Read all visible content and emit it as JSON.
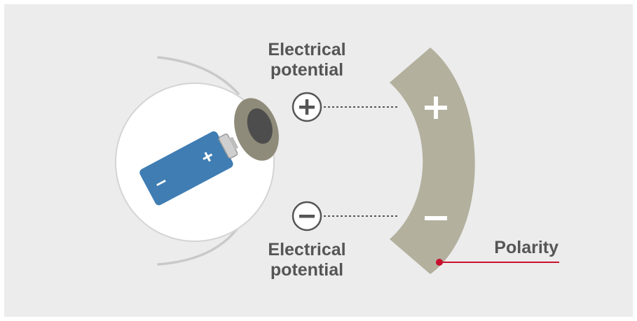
{
  "colors": {
    "panel": "#ececec",
    "lens": "#b3b09e",
    "battery": "#3f7db3",
    "text": "#555555",
    "polarity_line": "#c8102e",
    "eye_outline": "#c9c9c9"
  },
  "labels": {
    "top_potential_line1": "Electrical",
    "top_potential_line2": "potential",
    "bottom_potential_line1": "Electrical",
    "bottom_potential_line2": "potential",
    "polarity": "Polarity"
  },
  "symbols": {
    "plus": "+",
    "minus": "–"
  },
  "icons": [
    "eye-icon",
    "battery-icon",
    "plus-circle-icon",
    "minus-circle-icon",
    "lens-icon"
  ]
}
